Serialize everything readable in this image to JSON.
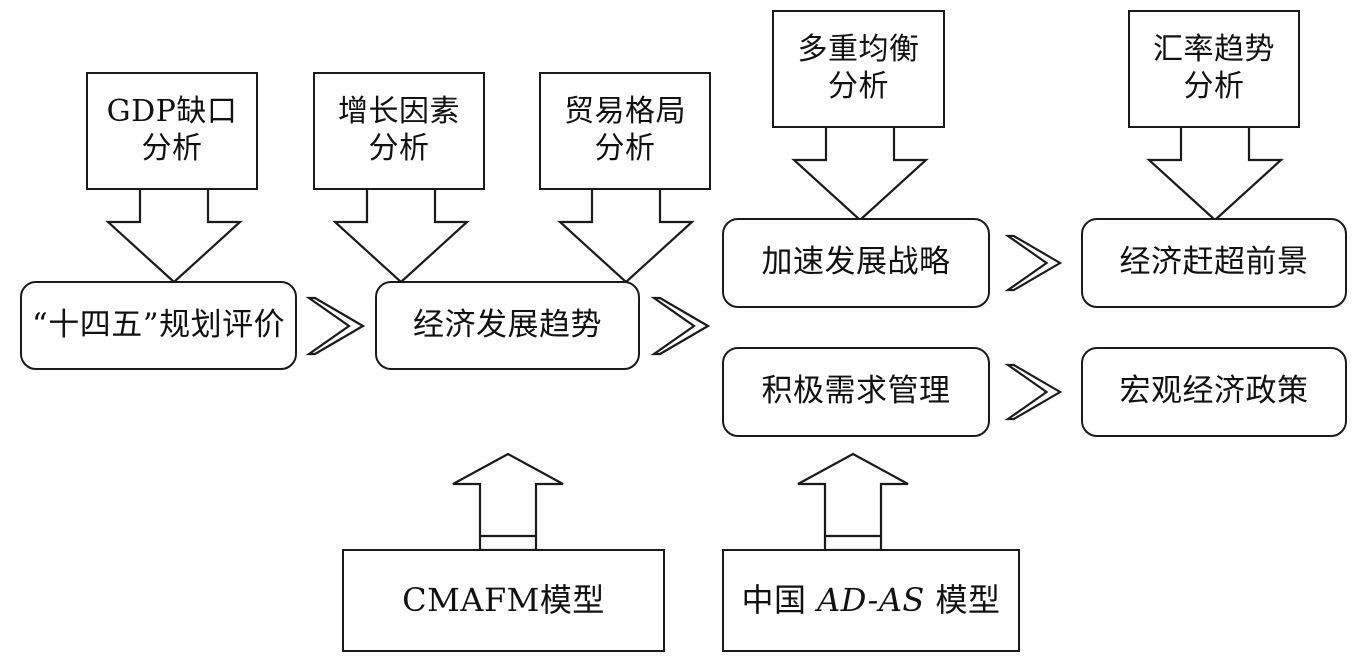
{
  "diagram": {
    "title": "Economic analysis framework flowchart",
    "stroke_color": "#1a1a1a",
    "background_color": "#ffffff",
    "nodes": {
      "gdp_gap": "GDP缺口\n分析",
      "growth_factor": "增长因素\n分析",
      "trade_pattern": "贸易格局\n分析",
      "plan_eval": "“十四五”规划评价",
      "econ_trend": "经济发展趋势",
      "multi_equilibrium": "多重均衡\n分析",
      "exchange_trend": "汇率趋势\n分析",
      "accel_strategy": "加速发展战略",
      "catchup_prospect": "经济赶超前景",
      "demand_mgmt": "积极需求管理",
      "macro_policy": "宏观经济政策",
      "cmafm_model": "CMAFM模型",
      "adas_model_pre": "中国 ",
      "adas_model_ital": "AD-AS",
      "adas_model_post": " 模型"
    },
    "connectors": {
      "down_arrow_gdp": "down-block-arrow",
      "down_arrow_growth": "down-block-arrow",
      "down_arrow_trade": "down-block-arrow",
      "down_arrow_multi": "down-block-arrow",
      "down_arrow_exchange": "down-block-arrow",
      "up_arrow_cmafm": "up-block-arrow",
      "up_arrow_adas": "up-block-arrow",
      "chevron_plan_to_trend": "chevron-right",
      "chevron_trend_to_branch": "chevron-right",
      "chevron_accel_to_catchup": "chevron-right",
      "chevron_demand_to_macro": "chevron-right"
    }
  }
}
